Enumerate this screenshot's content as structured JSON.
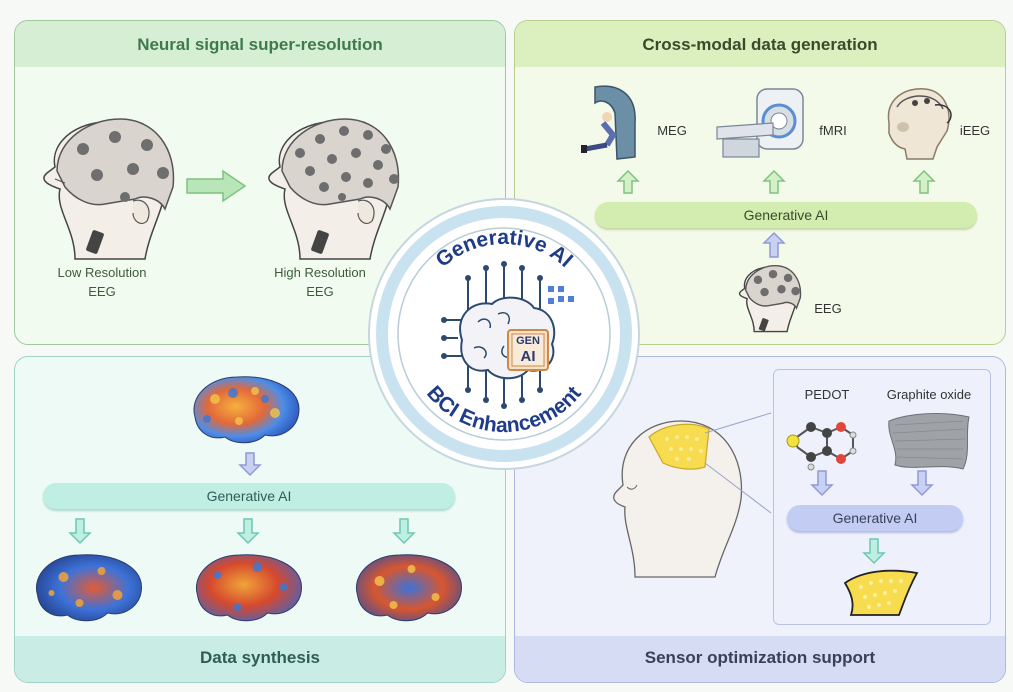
{
  "panels": {
    "top_left": {
      "title": "Neural signal super-resolution",
      "low_label_1": "Low Resolution",
      "low_label_2": "EEG",
      "high_label_1": "High Resolution",
      "high_label_2": "EEG"
    },
    "top_right": {
      "title": "Cross-modal data generation",
      "meg": "MEG",
      "fmri": "fMRI",
      "ieeg": "iEEG",
      "gen_ai": "Generative AI",
      "eeg": "EEG"
    },
    "bottom_left": {
      "title": "Data synthesis",
      "gen_ai": "Generative AI"
    },
    "bottom_right": {
      "title": "Sensor optimization support",
      "pedot": "PEDOT",
      "graphite": "Graphite oxide",
      "gen_ai": "Generative AI"
    }
  },
  "center": {
    "top_text": "Generative AI",
    "bottom_text": "BCI Enhancement",
    "chip_line1": "GEN",
    "chip_line2": "AI"
  },
  "colors": {
    "green_accent": "#8fd18f",
    "lime_pill": "#d3ecb0",
    "teal_pill": "#bfeee3",
    "blue_pill": "#c3cdf3",
    "center_ring": "#c9e2ef",
    "center_text": "#1f3c8a"
  }
}
